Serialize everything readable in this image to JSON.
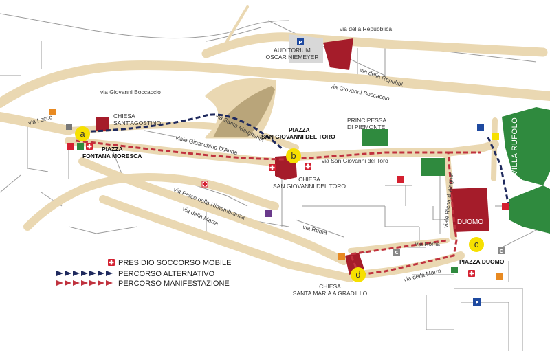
{
  "streets": {
    "repubblica_top": "via della Repubblica",
    "repubblica_mid": "via della Repubbl.",
    "boccaccio_left": "via Giovanni Boccaccio",
    "boccaccio_right": "via Giovanni Boccaccio",
    "lacco": "via Lacco",
    "santa_margherita": "via Santa Margherita",
    "gioacchino": "viale Gioacchino D'Anna",
    "san_giovanni": "via San Giovanni del Toro",
    "rimembranza": "via Parco della Rimembranza",
    "marra_left": "via della Marra",
    "roma_left": "via Roma",
    "roma_right": "via Roma",
    "marra_right": "via della Marra",
    "wagner": "viale Richard Wagner"
  },
  "places": {
    "auditorium_1": "AUDITORIUM",
    "auditorium_2": "OSCAR NIEMEYER",
    "chiesa_ago_1": "CHIESA",
    "chiesa_ago_2": "SANT'AGOSTINO",
    "piazza_fm_1": "PIAZZA",
    "piazza_fm_2": "FONTANA MORESCA",
    "principessa_1": "PRINCIPESSA",
    "principessa_2": "DI PIEMONTE",
    "piazza_sg_1": "PIAZZA",
    "piazza_sg_2": "SAN GIOVANNI DEL TORO",
    "chiesa_sg_1": "CHIESA",
    "chiesa_sg_2": "SAN GIOVANNI DEL TORO",
    "duomo": "DUOMO",
    "villa_rufolo": "VILLA RUFOLO",
    "piazza_duomo": "PIAZZA DUOMO",
    "chiesa_sm_1": "CHIESA",
    "chiesa_sm_2": "SANTA MARIA A GRADILLO"
  },
  "markers": {
    "a": "a",
    "b": "b",
    "c": "c",
    "d": "d"
  },
  "icons": {
    "parking": "P",
    "taxi": "C"
  },
  "legend": {
    "presidio": "PRESIDIO SOCCORSO MOBILE",
    "alternativo": "PERCORSO ALTERNATIVO",
    "manifestazione": "PERCORSO MANIFESTAZIONE"
  },
  "colors": {
    "road": "#ead8b2",
    "building": "#a51c2a",
    "park": "#2f8a3e",
    "marker": "#f6e000",
    "route_alt": "#1f2a5e",
    "route_main": "#c0323e",
    "first_aid": "#d42030"
  }
}
